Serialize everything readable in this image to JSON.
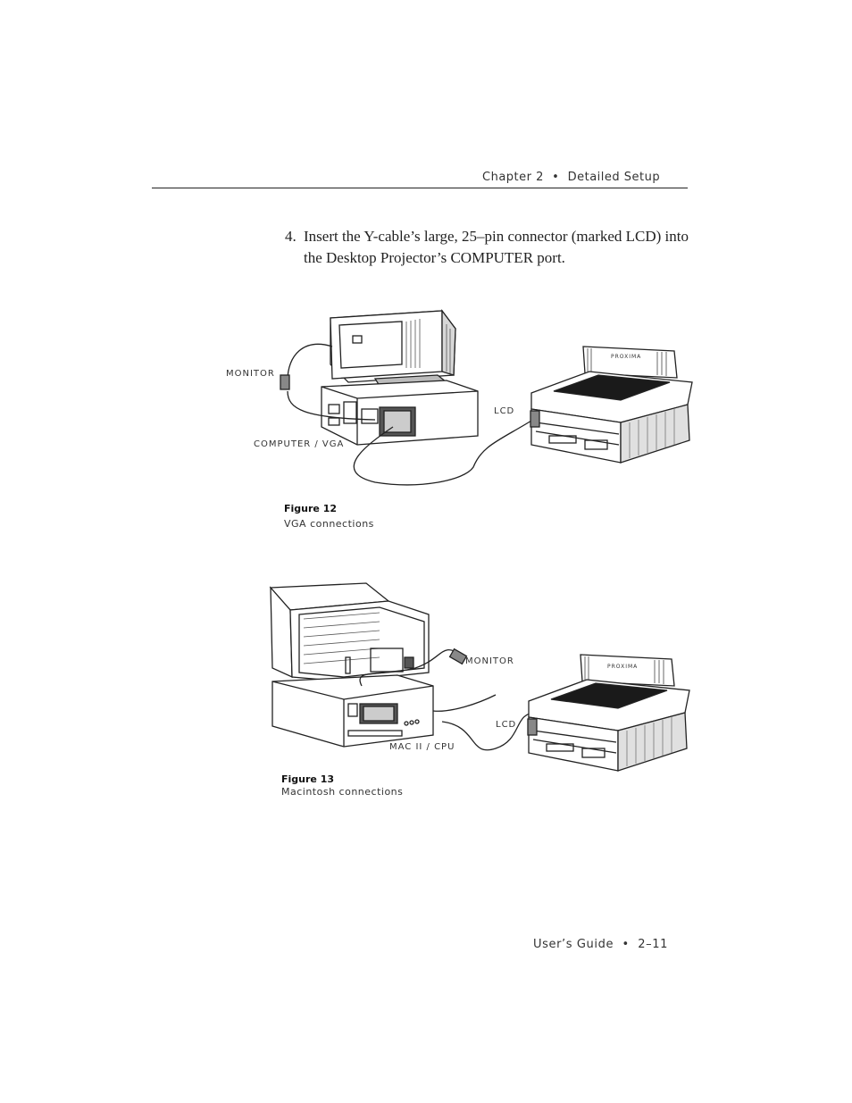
{
  "header": {
    "chapter": "Chapter 2",
    "separator": "•",
    "section": "Detailed Setup"
  },
  "step": {
    "number": "4.",
    "text": "Insert the Y-cable’s large, 25–pin connector (marked LCD) into the Desktop Projector’s COMPUTER port."
  },
  "figure12": {
    "labels": {
      "monitor": "MONITOR",
      "lcd": "LCD",
      "computer_vga": "COMPUTER / VGA",
      "brand": "PROXIMA"
    },
    "caption_number": "Figure 12",
    "caption_text": "VGA connections"
  },
  "figure13": {
    "labels": {
      "monitor": "MONITOR",
      "lcd": "LCD",
      "mac_cpu": "MAC II / CPU",
      "brand": "PROXIMA"
    },
    "caption_number": "Figure 13",
    "caption_text": "Macintosh connections"
  },
  "footer": {
    "guide": "User’s Guide",
    "separator": "•",
    "page": "2–11"
  }
}
